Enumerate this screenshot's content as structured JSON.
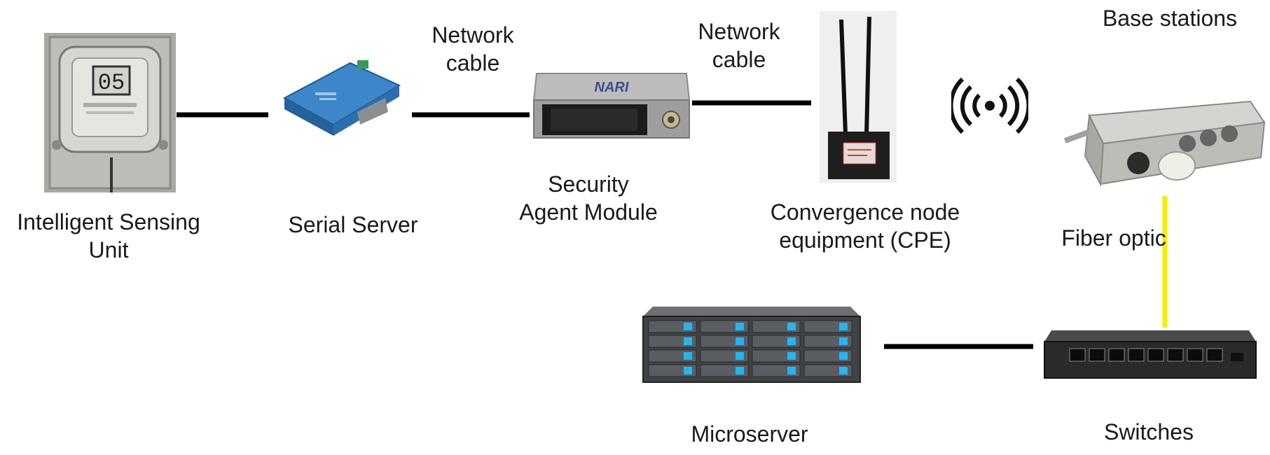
{
  "labels": {
    "sensing_unit": "Intelligent Sensing",
    "sensing_unit_2": "Unit",
    "serial_server": "Serial Server",
    "security_module": "Security",
    "security_module_2": "Agent Module",
    "cpe": "Convergence node",
    "cpe_2": "equipment (CPE)",
    "base_stations": "Base stations",
    "fiber_optic": "Fiber optic",
    "microserver": "Microserver",
    "switches": "Switches",
    "network_cable_1a": "Network",
    "network_cable_1b": "cable",
    "network_cable_2a": "Network",
    "network_cable_2b": "cable"
  },
  "meter_reading": "05",
  "module_brand": "NARI",
  "colors": {
    "cable": "#000000",
    "fiber": "#f2ef00",
    "serial_blue": "#3d86c9",
    "drive_led": "#27b3f0"
  },
  "icons": [
    "wireless-signal-icon"
  ]
}
